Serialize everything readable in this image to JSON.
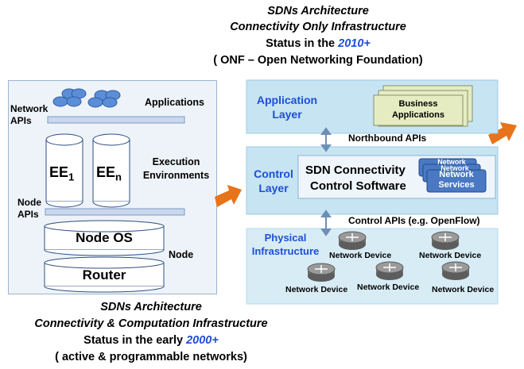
{
  "right": {
    "title": {
      "line1": "SDNs Architecture",
      "line2": "Connectivity Only Infrastructure",
      "line3_prefix": "Status in the ",
      "line3_highlight": "2010+",
      "line4": "( ONF – Open Networking Foundation)"
    },
    "application_layer": "Application Layer",
    "business_apps": "Business Applications",
    "northbound": "Northbound APIs",
    "control_layer": "Control Layer",
    "sdn_software_line1": "SDN Connectivity",
    "sdn_software_line2": "Control Software",
    "network_services_back": "Network",
    "network_services_mid": "Network",
    "network_services": "Network Services",
    "control_apis": "Control APIs (e.g. OpenFlow)",
    "physical": "Physical Infrastructure",
    "device_label": "Network Device"
  },
  "left": {
    "network_apis": "Network APIs",
    "applications": "Applications",
    "ee1_base": "EE",
    "ee1_sub": "1",
    "een_base": "EE",
    "een_sub": "n",
    "execution_env": "Execution Environments",
    "node_apis": "Node APIs",
    "node_os": "Node OS",
    "node": "Node",
    "router": "Router",
    "title": {
      "line1": "SDNs Architecture",
      "line2": "Connectivity & Computation Infrastructure",
      "line3_prefix": "Status in the early ",
      "line3_highlight": "2000+",
      "line4": "( active & programmable networks)"
    }
  },
  "colors": {
    "panel_blue": "#c9e6f3",
    "panel_dark": "#a8d4ea",
    "arrow_orange": "#e7731b",
    "highlight_blue": "#1d4ed8",
    "business_green": "#e6ecc1"
  }
}
